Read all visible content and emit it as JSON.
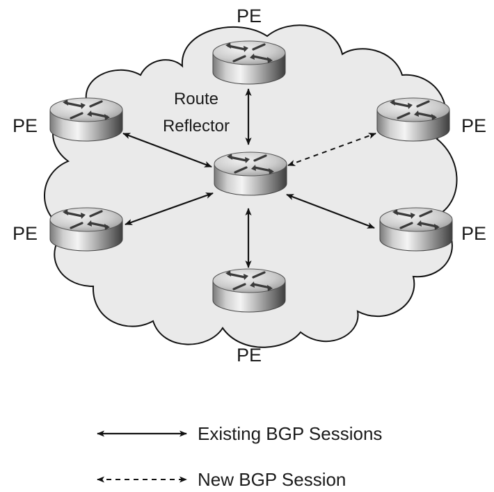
{
  "nodes": {
    "pe_top": "PE",
    "pe_upper_left": "PE",
    "pe_upper_right": "PE",
    "pe_lower_left": "PE",
    "pe_lower_right": "PE",
    "pe_bottom": "PE",
    "route_reflector_line1": "Route",
    "route_reflector_line2": "Reflector"
  },
  "connections": [
    {
      "from": "route-reflector",
      "to": "pe-top",
      "style": "solid"
    },
    {
      "from": "route-reflector",
      "to": "pe-upper-left",
      "style": "solid"
    },
    {
      "from": "route-reflector",
      "to": "pe-lower-left",
      "style": "solid"
    },
    {
      "from": "route-reflector",
      "to": "pe-lower-right",
      "style": "solid"
    },
    {
      "from": "route-reflector",
      "to": "pe-bottom",
      "style": "solid"
    },
    {
      "from": "route-reflector",
      "to": "pe-upper-right",
      "style": "dashed"
    }
  ],
  "legend": {
    "existing_label": "Existing BGP Sessions",
    "new_label": "New BGP Session"
  },
  "colors": {
    "cloud_fill": "#eaeaea",
    "stroke": "#111111"
  }
}
